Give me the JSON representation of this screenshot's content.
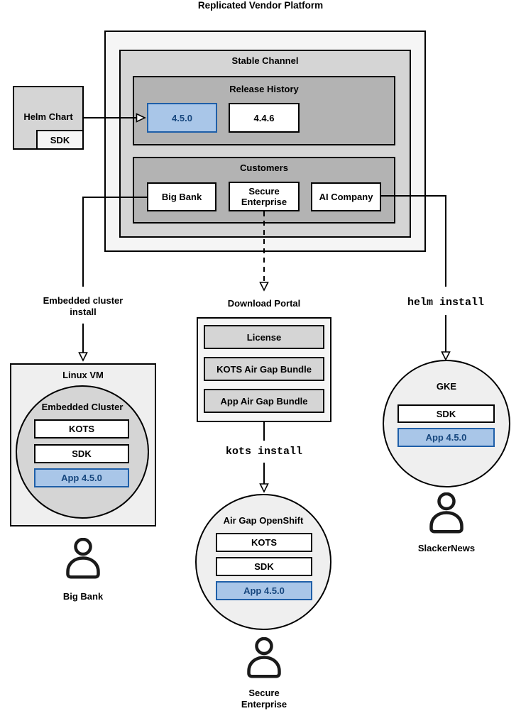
{
  "colors": {
    "canvas_bg": "#ffffff",
    "outer_fill": "#f5f5f5",
    "mid_fill": "#d5d5d5",
    "dark_fill": "#b3b3b3",
    "light_fill": "#efefef",
    "white_fill": "#ffffff",
    "highlight_fill": "#a9c6e8",
    "highlight_border": "#1f5fa8",
    "highlight_text": "#17477e",
    "line": "#000000"
  },
  "title": "Replicated Vendor Platform",
  "platform": {
    "stable_channel": {
      "label": "Stable Channel",
      "release_history": {
        "label": "Release History",
        "current_release": "4.5.0",
        "previous_release": "4.4.6"
      },
      "customers": {
        "label": "Customers",
        "big_bank": "Big Bank",
        "secure_enterprise": "Secure Enterprise",
        "ai_company": "AI Company"
      }
    }
  },
  "helm_chart": {
    "label": "Helm Chart",
    "sdk_label": "SDK"
  },
  "left_flow": {
    "arrow_label_line1": "Embedded cluster",
    "arrow_label_line2": "install",
    "linux_vm": {
      "label": "Linux VM",
      "cluster_label": "Embedded Cluster",
      "kots": "KOTS",
      "sdk": "SDK",
      "app": "App 4.5.0"
    },
    "user_label": "Big Bank"
  },
  "middle_flow": {
    "download_portal": {
      "label": "Download Portal",
      "items": [
        "License",
        "KOTS Air Gap Bundle",
        "App Air Gap Bundle"
      ]
    },
    "install_command": "kots install",
    "cluster": {
      "label": "Air Gap OpenShift",
      "kots": "KOTS",
      "sdk": "SDK",
      "app": "App 4.5.0"
    },
    "user_label_line1": "Secure",
    "user_label_line2": "Enterprise"
  },
  "right_flow": {
    "install_command": "helm install",
    "cluster": {
      "label": "GKE",
      "sdk": "SDK",
      "app": "App 4.5.0"
    },
    "user_label": "SlackerNews"
  }
}
